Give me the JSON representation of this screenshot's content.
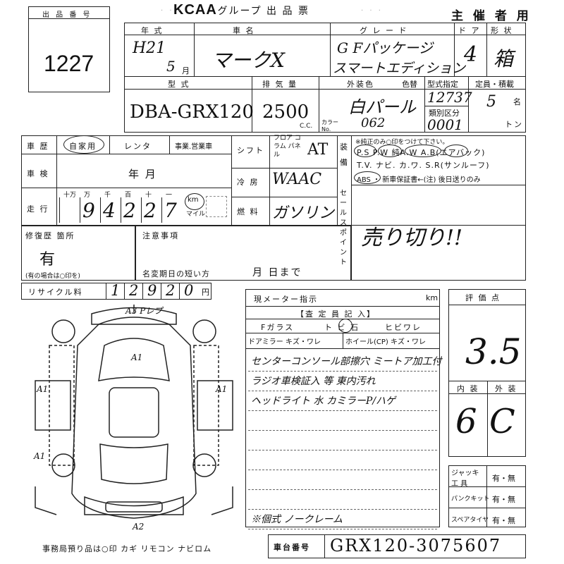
{
  "header": {
    "lot_label": "出 品 番 号",
    "lot_number": "1227",
    "org": "KCAA",
    "org_suffix": ".グループ 出 品 票",
    "copy_for": "主 催 者 用"
  },
  "vehicle": {
    "year_label": "年 式",
    "year_value": "H21",
    "month_value": "5",
    "month_unit": "月",
    "name_label": "車 名",
    "name_value": "マークX",
    "grade_label": "グ レ ー ド",
    "grade_line1": "G Fパッケージ",
    "grade_line2": "スマートエディション",
    "door_label": "ド ア",
    "door_value": "4",
    "shape_label": "形 状",
    "shape_value": "箱",
    "type_label": "型 式",
    "type_value": "DBA-GRX120",
    "disp_label": "排 気 量",
    "disp_value": "2500",
    "disp_unit": "C.C.",
    "color_label": "外装色",
    "color_no_label": "色替",
    "color_value": "白パール",
    "color_code_label": "カラー No.",
    "color_code_value": "062",
    "model_no_label": "型式指定",
    "model_no_value": "12737",
    "class_label": "類別区分",
    "class_value": "0001",
    "capacity_label": "定員・積載",
    "capacity_value": "5",
    "capacity_unit": "名",
    "load_unit": "トン"
  },
  "history": {
    "history_label": "車 歴",
    "private_label": "自家用",
    "rental_label": "レンタ",
    "business_label": "事業.営業車",
    "inspection_label": "車 検",
    "inspection_unit": "年    月",
    "mileage_label": "走 行",
    "mileage_units": [
      "十万",
      "万",
      "千",
      "百",
      "十",
      "一"
    ],
    "mileage_digits": [
      "9",
      "4",
      "2",
      "2",
      "7"
    ],
    "mileage_unit_km": "km",
    "mileage_unit_mile": "マイル",
    "shift_label": "シフト",
    "shift_options": "フロア コラム パネル",
    "shift_value": "AT",
    "ac_label": "冷 房",
    "ac_value": "WAAC",
    "fuel_label": "燃 料",
    "fuel_value": "ガソリン",
    "equip_label": "装備",
    "equip_note": "※純正のみ○印をつけて下さい。",
    "equip_line1": "P.S  P.W  純A.W  A.B(エアバック)",
    "equip_line2": "T.V. ナビ. カ.ワ. S.R(サンルーフ)",
    "equip_line3": "ABS ・ 新車保証書←(注) 後日送りのみ",
    "sales_label": "セールスポイント",
    "sales_value": "売り切り!!",
    "repair_label": "修復歴 箇所",
    "repair_value": "有",
    "repair_note": "(有の場合は○印を)",
    "notes_label": "注意事項",
    "name_change_label": "名変期日の短い方",
    "name_change_value": "月    日まで",
    "recycle_label": "リサイクル料",
    "recycle_digits": [
      "1",
      "2",
      "9",
      "2",
      "0"
    ],
    "recycle_unit": "円"
  },
  "diagram": {
    "marks": [
      "A3 Pレプ",
      "A1",
      "A1",
      "A1",
      "A1",
      "A2"
    ],
    "legend": "事務局預り品は○印   カギ  リモコン  ナビロム"
  },
  "inspector": {
    "meter_label": "現メーター指示",
    "meter_unit": "km",
    "section_label": "【査 定 員 記 入】",
    "glass_label": "Fガラス",
    "glass_options": "ト ビ 石",
    "crack_label": "ヒビワレ",
    "mirror_label": "ドアミラー キズ・ワレ",
    "wheel_label": "ホイール(CP) キズ・ワレ",
    "notes": [
      "センターコンソール部擦穴 ミートア加工付",
      "ラジオ車検証入 等 東内汚れ",
      "ヘッドライト 水  カミラーP/ハゲ",
      "",
      "",
      "",
      "",
      "",
      "※個式 ノークレーム"
    ]
  },
  "scores": {
    "score_label": "評 価 点",
    "score_value": "3.5",
    "interior_label": "内 装",
    "exterior_label": "外 装",
    "interior_value": "6",
    "exterior_value": "C",
    "jack_label": "ジャッキ 工 具",
    "puncture_label": "パンクキット",
    "spare_label": "スペアタイヤ",
    "yes_no": "有・無"
  },
  "chassis": {
    "label": "車台番号",
    "value": "GRX120-3075607"
  }
}
